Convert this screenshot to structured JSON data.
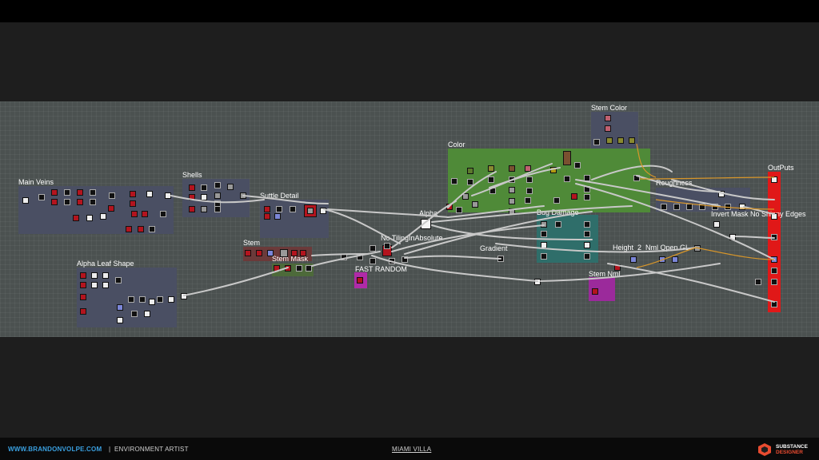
{
  "frames": [
    {
      "id": "main-veins",
      "title": "Main Veins"
    },
    {
      "id": "shells",
      "title": "Shells"
    },
    {
      "id": "suttle-detail",
      "title": "Suttle Detail"
    },
    {
      "id": "stem",
      "title": "Stem"
    },
    {
      "id": "stem-mask",
      "title": "Stem Mask"
    },
    {
      "id": "alpha-leaf-shape",
      "title": "Alpha Leaf Shape"
    },
    {
      "id": "no-tiling",
      "title": "No TilingInAbsolute"
    },
    {
      "id": "fast-random",
      "title": "FAST RANDOM"
    },
    {
      "id": "alpha",
      "title": "Alpha"
    },
    {
      "id": "color",
      "title": "Color"
    },
    {
      "id": "stem-color",
      "title": "Stem Color"
    },
    {
      "id": "bug-damage",
      "title": "Bug Damage"
    },
    {
      "id": "gradient",
      "title": "Gradient"
    },
    {
      "id": "roughness",
      "title": "Roughness"
    },
    {
      "id": "invert-mask",
      "title": "Invert Mask No Shinny Edges"
    },
    {
      "id": "height-nml",
      "title": "Height_2_Nml Open GL"
    },
    {
      "id": "stem-nml",
      "title": "Stem Nml"
    },
    {
      "id": "outputs",
      "title": "OutPuts"
    }
  ],
  "footer": {
    "website": "WWW.BRANDONVOLPE.COM",
    "separator": "|",
    "role": "ENVIRONMENT ARTIST",
    "project": "MIAMI VILLA",
    "logo_line1": "SUBSTANCE",
    "logo_line2": "DESIGNER"
  },
  "colors": {
    "canvas": "#4b5150",
    "frame_default": "#4a4f63",
    "frame_color_group": "#4f8a38",
    "frame_bug_damage": "#2f6e6a",
    "frame_outputs": "#e01818",
    "wire": "#c8c8c8",
    "wire_orange": "#d8962a",
    "brand_blue": "#3aa0e0",
    "brand_orange": "#e84b30"
  }
}
